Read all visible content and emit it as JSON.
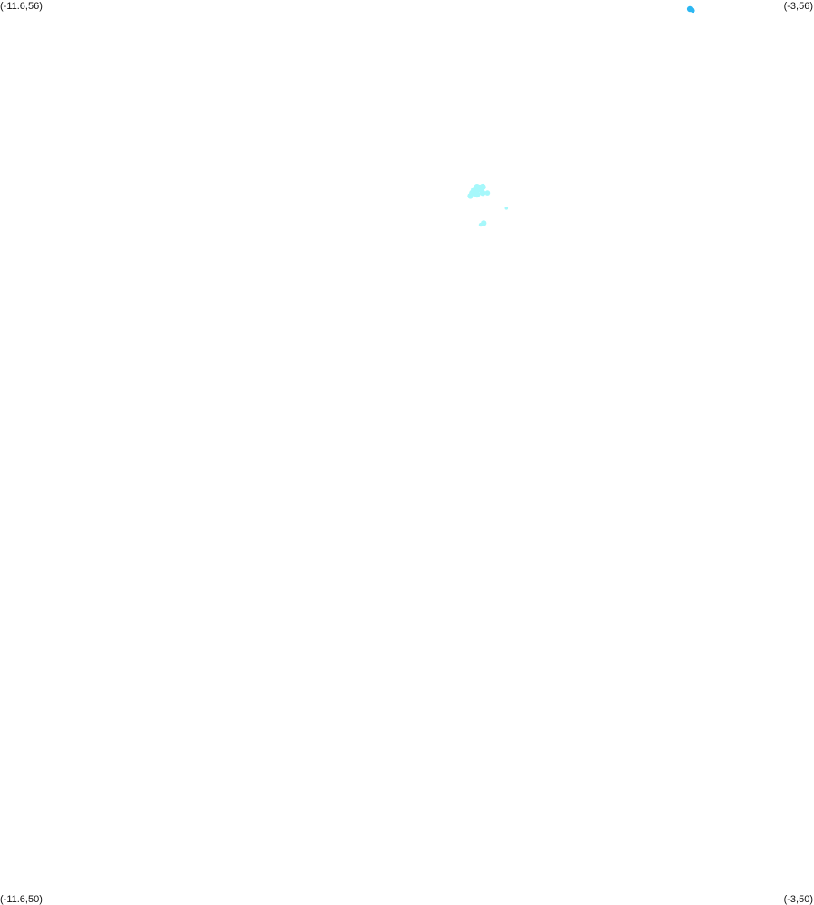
{
  "corners": {
    "top_left": "(-11.6,56)",
    "top_right": "(-3,56)",
    "bottom_left": "(-11.6,50)",
    "bottom_right": "(-3,50)"
  },
  "chart_data": {
    "type": "scatter",
    "xlim": [
      -11.6,
      -3
    ],
    "ylim": [
      50,
      56
    ],
    "grid": false,
    "legend": "none",
    "points": [
      {
        "x": -4.31,
        "y": 55.94,
        "size": 3.2,
        "color": "#2cb7f2"
      },
      {
        "x": -4.28,
        "y": 55.93,
        "size": 2.4,
        "color": "#2cb7f2"
      },
      {
        "x": -6.53,
        "y": 54.75,
        "size": 4.2,
        "color": "#a6f8fb"
      },
      {
        "x": -6.56,
        "y": 54.76,
        "size": 3.5,
        "color": "#a6f8fb"
      },
      {
        "x": -6.5,
        "y": 54.76,
        "size": 3.6,
        "color": "#a6f8fb"
      },
      {
        "x": -6.59,
        "y": 54.74,
        "size": 3.6,
        "color": "#a6f8fb"
      },
      {
        "x": -6.61,
        "y": 54.72,
        "size": 3.4,
        "color": "#a6f8fb"
      },
      {
        "x": -6.63,
        "y": 54.7,
        "size": 3.2,
        "color": "#a6f8fb"
      },
      {
        "x": -6.56,
        "y": 54.71,
        "size": 3.5,
        "color": "#a6f8fb"
      },
      {
        "x": -6.5,
        "y": 54.72,
        "size": 3.3,
        "color": "#a6f8fb"
      },
      {
        "x": -6.45,
        "y": 54.72,
        "size": 2.8,
        "color": "#a6f8fb"
      },
      {
        "x": -6.54,
        "y": 54.74,
        "size": 2.8,
        "color": "#a6f8fb"
      },
      {
        "x": -6.49,
        "y": 54.52,
        "size": 3.2,
        "color": "#a6f8fb"
      },
      {
        "x": -6.52,
        "y": 54.51,
        "size": 2.2,
        "color": "#a6f8fb"
      },
      {
        "x": -6.25,
        "y": 54.62,
        "size": 1.8,
        "color": "#a6f8fb"
      }
    ]
  }
}
